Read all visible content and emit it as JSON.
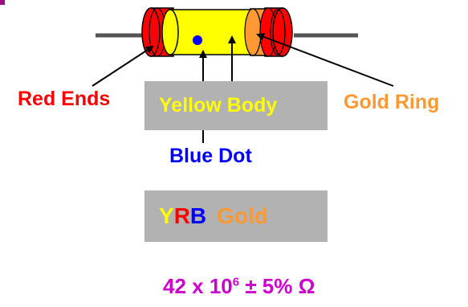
{
  "labels": {
    "red_ends": "Red Ends",
    "yellow_body": "Yellow Body",
    "gold_ring": "Gold Ring",
    "blue_dot": "Blue Dot"
  },
  "code": {
    "y": "Y",
    "r": "R",
    "b": "B",
    "gold": "Gold"
  },
  "formula": {
    "base": "42 x 10",
    "exponent": "6",
    "tolerance": " ± 5% Ω"
  },
  "colors": {
    "red": "#ff0000",
    "red_dark": "#cc0000",
    "yellow": "#ffff00",
    "blue": "#0000ff",
    "gold": "#ff9933",
    "magenta": "#cc00cc",
    "lead": "#555555",
    "box_gray": "#b2b2b2",
    "corner_mark": "#9b0e7c"
  }
}
